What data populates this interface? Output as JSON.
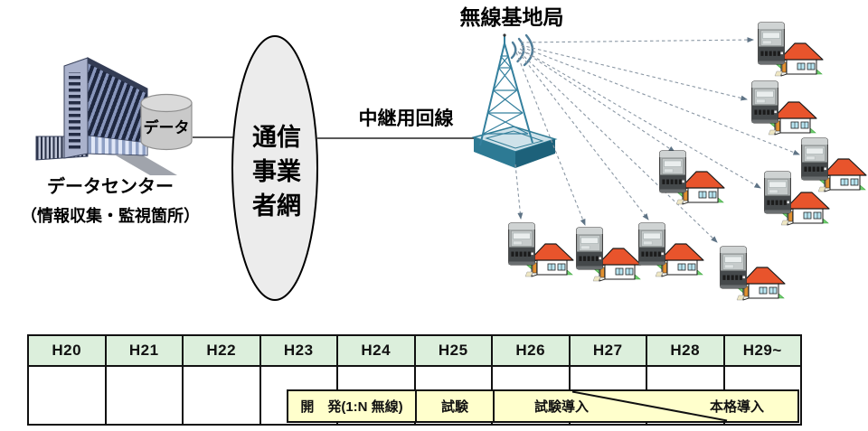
{
  "diagram": {
    "datacenter": {
      "label": "データセンター",
      "sublabel": "（情報収集・監視箇所）",
      "cylinder_label": "データ"
    },
    "network_ellipse": {
      "line1": "通信",
      "line2": "事業",
      "line3": "者網"
    },
    "relay_line_label": "中継用回線",
    "base_station_label": "無線基地局",
    "house_count": 9
  },
  "table": {
    "columns": [
      "H20",
      "H21",
      "H22",
      "H23",
      "H24",
      "H25",
      "H26",
      "H27",
      "H28",
      "H29~"
    ],
    "phases": {
      "development": "開　発(1:N 無線)",
      "test": "試験",
      "trial_deployment": "試験導入",
      "full_deployment": "本格導入"
    }
  },
  "colors": {
    "header_green": "#dcefdc",
    "band_yellow": "#ffffcc",
    "roof_orange": "#e8542c",
    "grass_green": "#6fce6f",
    "tower_teal": "#34809e",
    "building_blue": "#8896bc",
    "ellipse_gray": "#ececec",
    "arrow_gray": "#8a97a4"
  }
}
